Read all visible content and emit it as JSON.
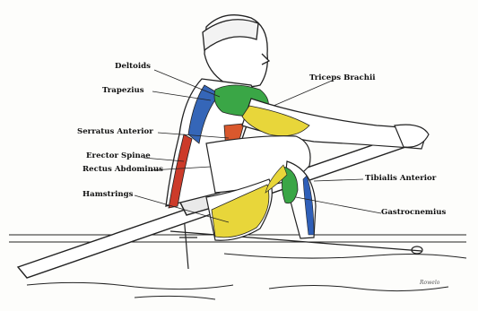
{
  "labels": {
    "deltoids": "Deltoids",
    "trapezius": "Trapezius",
    "triceps_brachii": "Triceps Brachii",
    "serratus_anterior": "Serratus Anterior",
    "erector_spinae": "Erector Spinae",
    "rectus_abdominus": "Rectus Abdominus",
    "hamstrings": "Hamstrings",
    "tibialis_anterior": "Tibialis Anterior",
    "gastrocnemius": "Gastrocnemius"
  },
  "signature": "Rowelo",
  "colors": {
    "deltoids": "#3aa646",
    "trapezius": "#3566b8",
    "triceps": "#e8d63a",
    "erector": "#cc3b2a",
    "serratus": "#d9582d",
    "hamstrings": "#e8d63a",
    "tibialis": "#2f5fb8",
    "gastrocnemius": "#3aa646",
    "outline": "#222222"
  }
}
